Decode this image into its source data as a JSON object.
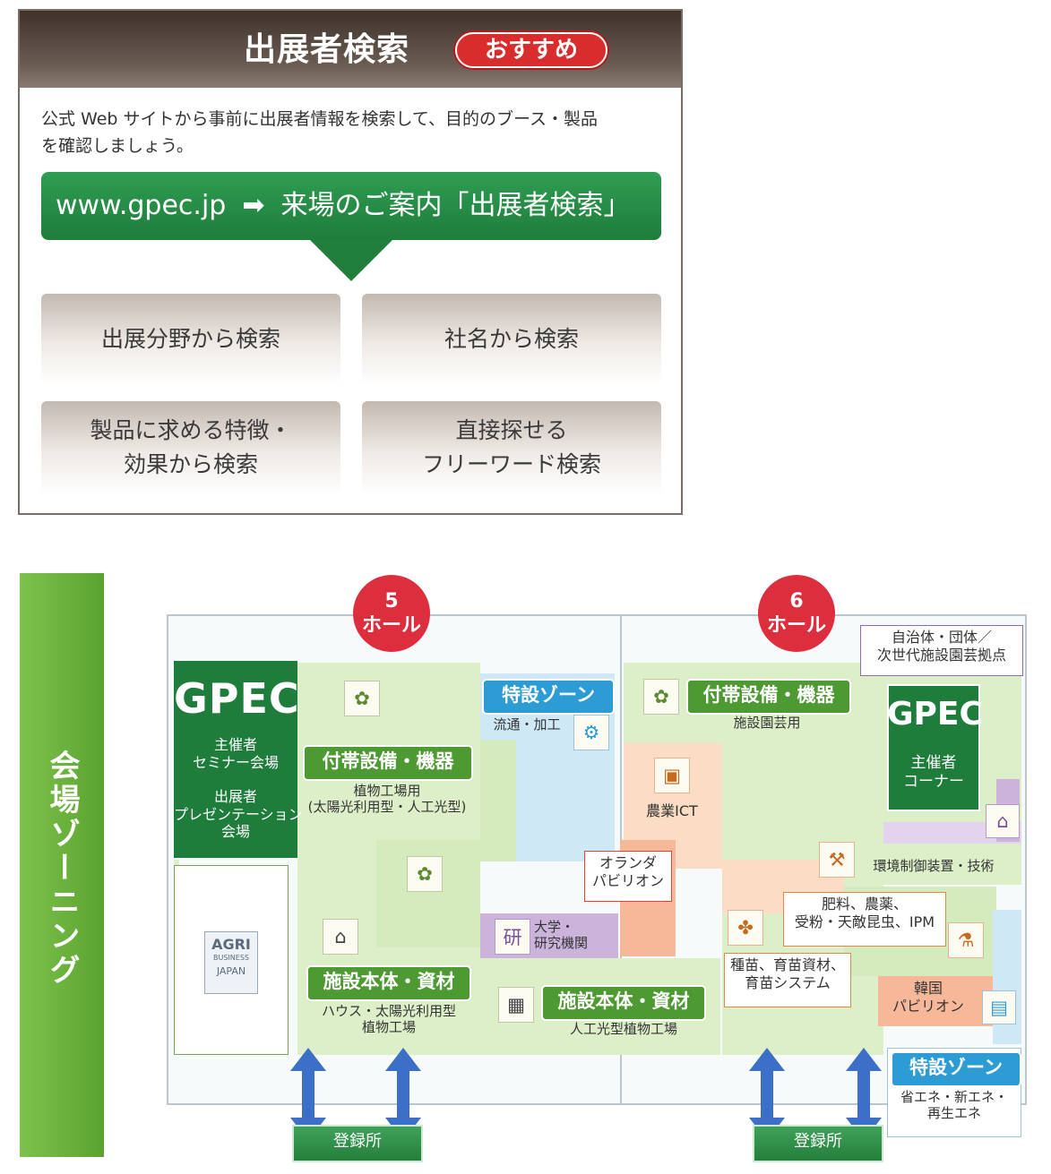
{
  "search": {
    "title": "出展者検索",
    "badge": "おすすめ",
    "intro_line1": "公式 Web サイトから事前に出展者情報を検索して、目的のブース・製品",
    "intro_line2": "を確認しましょう。",
    "url": "www.gpec.jp",
    "url_arrow": "➡",
    "url_dest": "来場のご案内「出展者検索」",
    "buttons": {
      "field": "出展分野から検索",
      "company": "社名から検索",
      "feature_line1": "製品に求める特徴・",
      "feature_line2": "効果から検索",
      "free_line1": "直接探せる",
      "free_line2": "フリーワード検索"
    }
  },
  "zoning": {
    "title": "会場ゾーニング",
    "hall5": {
      "num": "5",
      "label": "ホール"
    },
    "hall6": {
      "num": "6",
      "label": "ホール"
    },
    "gpec_logo": "GPEC",
    "organizer_seminar_1": "主催者",
    "organizer_seminar_2": "セミナー会場",
    "exhibitor_pres_1": "出展者",
    "exhibitor_pres_2": "プレゼンテーション",
    "exhibitor_pres_3": "会場",
    "agri_logo_1": "AGRI",
    "agri_logo_2": "BUSINESS",
    "agri_logo_3": "JAPAN",
    "equip_title": "付帯設備・機器",
    "equip_plant_1": "植物工場用",
    "equip_plant_2": "(太陽光利用型・人工光型)",
    "special_title": "特設ゾーン",
    "special_distribution": "流通・加工",
    "equip_horti": "施設園芸用",
    "ict": "農業ICT",
    "netherlands_1": "オランダ",
    "netherlands_2": "パビリオン",
    "university_1": "大学・",
    "university_2": "研究機関",
    "facility_title": "施設本体・資材",
    "facility_house_1": "ハウス・太陽光利用型",
    "facility_house_2": "植物工場",
    "facility_artificial": "人工光型植物工場",
    "municipality_1": "自治体・団体／",
    "municipality_2": "次世代施設園芸拠点",
    "organizer_corner_1": "主催者",
    "organizer_corner_2": "コーナー",
    "env_control": "環境制御装置・技術",
    "fertilizer_1": "肥料、農薬、",
    "fertilizer_2": "受粉・天敵昆虫、IPM",
    "seeds_1": "種苗、育苗資材、",
    "seeds_2": "育苗システム",
    "korea_1": "韓国",
    "korea_2": "パビリオン",
    "special_energy_1": "省エネ・新エネ・",
    "special_energy_2": "再生エネ",
    "registration": "登録所"
  },
  "colors": {
    "header_brown": "#5a4a40",
    "green": "#1e7d3b",
    "red": "#dd2e3e",
    "zone_green": "#4e9a32",
    "zone_blue": "#2e9cd4"
  },
  "icons": [
    "sprout-icon",
    "greenhouse-icon",
    "monitor-icon",
    "university-icon",
    "building-icon",
    "blue-double-arrow-icon"
  ]
}
